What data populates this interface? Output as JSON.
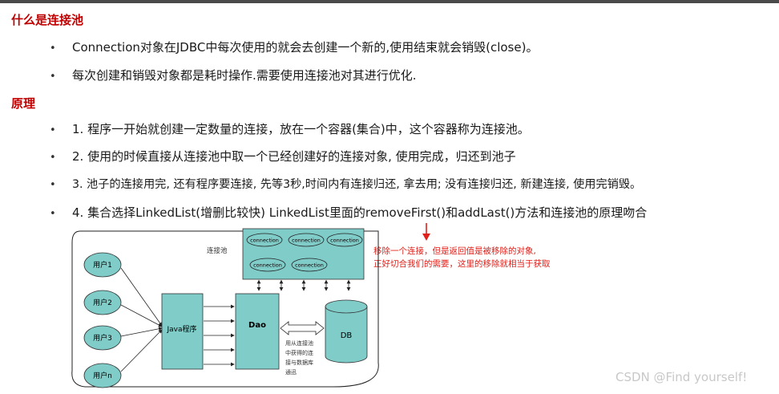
{
  "sections": [
    {
      "heading": "什么是连接池",
      "bullets": [
        "Connection对象在JDBC中每次使用的就会去创建一个新的,使用结束就会销毁(close)。",
        "每次创建和销毁对象都是耗时操作.需要使用连接池对其进行优化."
      ]
    },
    {
      "heading": "原理",
      "bullets": [
        "1. 程序一开始就创建一定数量的连接，放在一个容器(集合)中，这个容器称为连接池。",
        "2. 使用的时候直接从连接池中取一个已经创建好的连接对象, 使用完成，归还到池子",
        "3. 池子的连接用完, 还有程序要连接, 先等3秒,时间内有连接归还, 拿去用; 没有连接归还, 新建连接, 使用完销毁。",
        "4. 集合选择LinkedList(增删比较快) LinkedList里面的removeFirst()和addLast()方法和连接池的原理吻合"
      ]
    }
  ],
  "bullet_symbol": "•",
  "diagram": {
    "pool_label": "连接池",
    "connections": [
      "connection",
      "connection",
      "connection",
      "connection",
      "connection"
    ],
    "users": [
      "用户1",
      "用户2",
      "用户3",
      "用户n"
    ],
    "java_label": "Java程序",
    "dao_label": "Dao",
    "db_label": "DB",
    "note_lines": [
      "用从连接池",
      "中获得的连",
      "接与数据库",
      "通迅"
    ]
  },
  "annotation": [
    "移除一个连接，但是返回值是被移除的对象,",
    "正好切合我们的需要，这里的移除就相当于获取"
  ],
  "watermark": "CSDN @Find yourself!",
  "colors": {
    "heading": "#c00000",
    "teal_fill": "#7fccc8",
    "annotation": "#e0201a"
  }
}
